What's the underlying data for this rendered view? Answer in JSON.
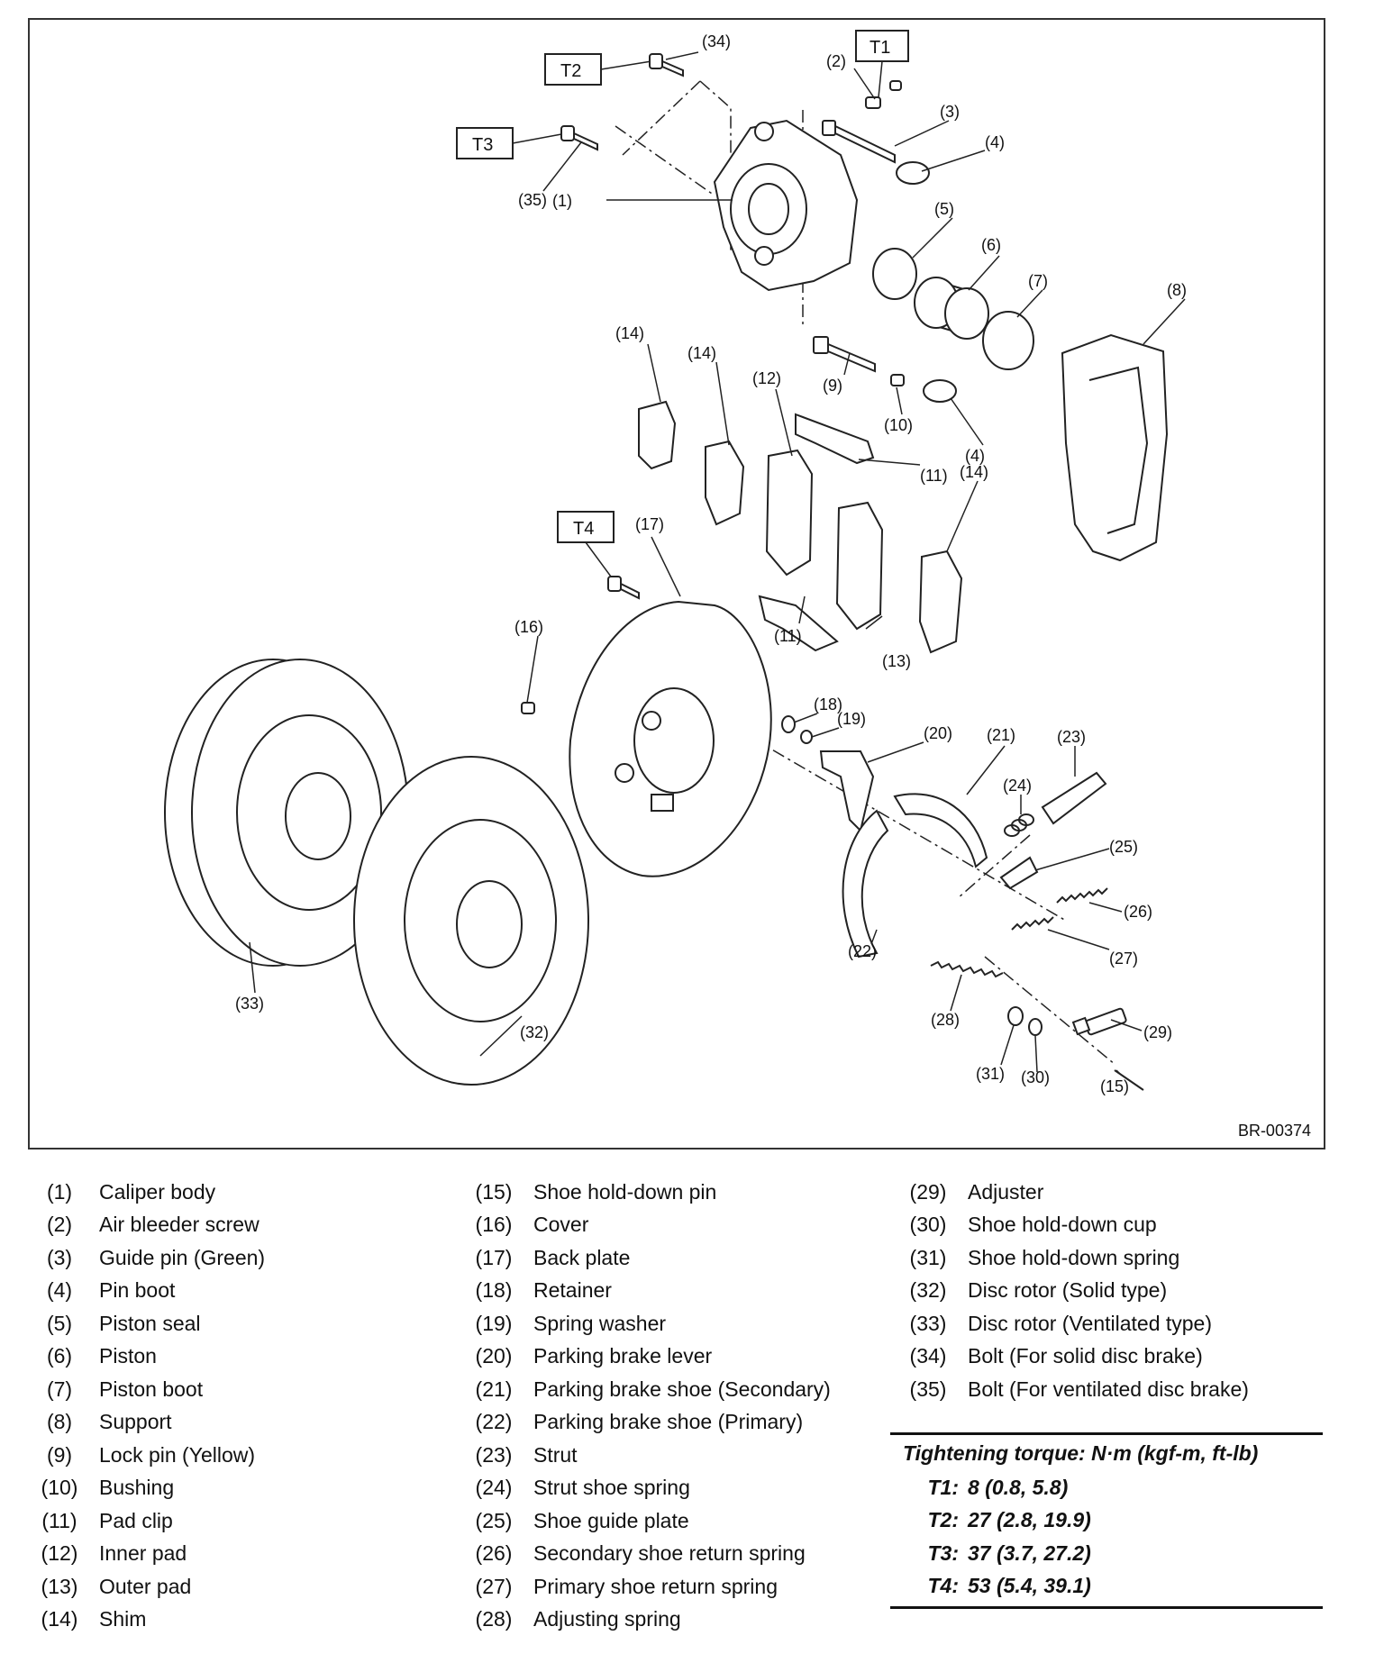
{
  "figure_code": "BR-00374",
  "callouts": [
    "(1)",
    "(2)",
    "(3)",
    "(4)",
    "(4)",
    "(5)",
    "(6)",
    "(7)",
    "(8)",
    "(9)",
    "(10)",
    "(11)",
    "(11)",
    "(12)",
    "(13)",
    "(14)",
    "(14)",
    "(14)",
    "(15)",
    "(16)",
    "(17)",
    "(18)",
    "(19)",
    "(20)",
    "(21)",
    "(22)",
    "(23)",
    "(24)",
    "(25)",
    "(26)",
    "(27)",
    "(28)",
    "(29)",
    "(30)",
    "(31)",
    "(32)",
    "(33)",
    "(34)",
    "(35)"
  ],
  "torque_tags": [
    "T1",
    "T2",
    "T3",
    "T4"
  ],
  "legend": {
    "col1": [
      {
        "num": "(1)",
        "name": "Caliper body"
      },
      {
        "num": "(2)",
        "name": "Air bleeder screw"
      },
      {
        "num": "(3)",
        "name": "Guide pin (Green)"
      },
      {
        "num": "(4)",
        "name": "Pin boot"
      },
      {
        "num": "(5)",
        "name": "Piston seal"
      },
      {
        "num": "(6)",
        "name": "Piston"
      },
      {
        "num": "(7)",
        "name": "Piston boot"
      },
      {
        "num": "(8)",
        "name": "Support"
      },
      {
        "num": "(9)",
        "name": "Lock pin (Yellow)"
      },
      {
        "num": "(10)",
        "name": "Bushing"
      },
      {
        "num": "(11)",
        "name": "Pad clip"
      },
      {
        "num": "(12)",
        "name": "Inner pad"
      },
      {
        "num": "(13)",
        "name": "Outer pad"
      },
      {
        "num": "(14)",
        "name": "Shim"
      }
    ],
    "col2": [
      {
        "num": "(15)",
        "name": "Shoe hold-down pin"
      },
      {
        "num": "(16)",
        "name": "Cover"
      },
      {
        "num": "(17)",
        "name": "Back plate"
      },
      {
        "num": "(18)",
        "name": "Retainer"
      },
      {
        "num": "(19)",
        "name": "Spring washer"
      },
      {
        "num": "(20)",
        "name": "Parking brake lever"
      },
      {
        "num": "(21)",
        "name": "Parking brake shoe (Secondary)"
      },
      {
        "num": "(22)",
        "name": "Parking brake shoe (Primary)"
      },
      {
        "num": "(23)",
        "name": "Strut"
      },
      {
        "num": "(24)",
        "name": "Strut shoe spring"
      },
      {
        "num": "(25)",
        "name": "Shoe guide plate"
      },
      {
        "num": "(26)",
        "name": "Secondary shoe return spring"
      },
      {
        "num": "(27)",
        "name": "Primary shoe return spring"
      },
      {
        "num": "(28)",
        "name": "Adjusting spring"
      }
    ],
    "col3": [
      {
        "num": "(29)",
        "name": "Adjuster"
      },
      {
        "num": "(30)",
        "name": "Shoe hold-down cup"
      },
      {
        "num": "(31)",
        "name": "Shoe hold-down spring"
      },
      {
        "num": "(32)",
        "name": "Disc rotor (Solid type)"
      },
      {
        "num": "(33)",
        "name": "Disc rotor (Ventilated type)"
      },
      {
        "num": "(34)",
        "name": "Bolt (For solid disc brake)"
      },
      {
        "num": "(35)",
        "name": "Bolt (For ventilated disc brake)"
      }
    ]
  },
  "torque": {
    "header": "Tightening torque: N·m (kgf-m, ft-lb)",
    "rows": [
      {
        "code": "T1:",
        "value": "8 (0.8, 5.8)"
      },
      {
        "code": "T2:",
        "value": "27 (2.8, 19.9)"
      },
      {
        "code": "T3:",
        "value": "37 (3.7, 27.2)"
      },
      {
        "code": "T4:",
        "value": "53 (5.4, 39.1)"
      }
    ]
  }
}
